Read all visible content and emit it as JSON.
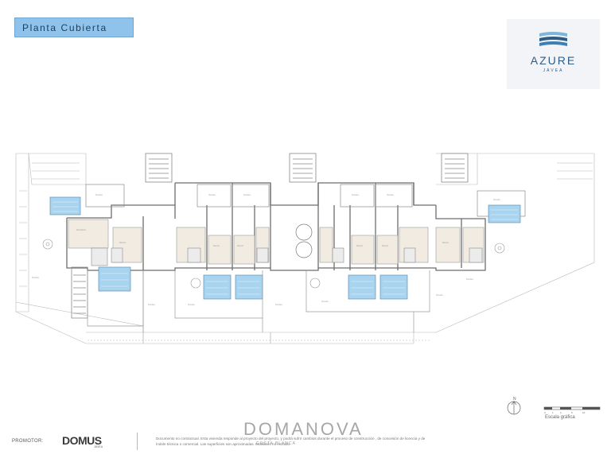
{
  "header": {
    "plan_title": "Planta Cubierta"
  },
  "brand": {
    "name": "AZURE",
    "location": "JÁVEA",
    "color": "#2e5c86"
  },
  "plan": {
    "scale_label": "Escala gráfica",
    "north_label": "N",
    "scale_ticks": [
      "0",
      "1",
      "2",
      "5",
      "10"
    ]
  },
  "footer": {
    "promotor_label": "PROMOTOR:",
    "promotor_name": "DOMUS",
    "promotor_sub": "JÁVEA",
    "watermark": "DOMANOVA",
    "watermark_sub": "COSTA BLANCA",
    "disclaimer": "Documento no contractual. Esta vivienda responde al proyecto del proyecto, y podrá sufrir cambios durante el proceso de construcción , de concesión de licencia y de índole técnica o comercial. Las superficies son aproximadas. Mobiliario no incluido."
  },
  "colors": {
    "title_bg": "#8fc3ec",
    "pool": "#a9d4ef",
    "wall": "#6e6e6e",
    "logo_bg": "#f2f4f7"
  }
}
